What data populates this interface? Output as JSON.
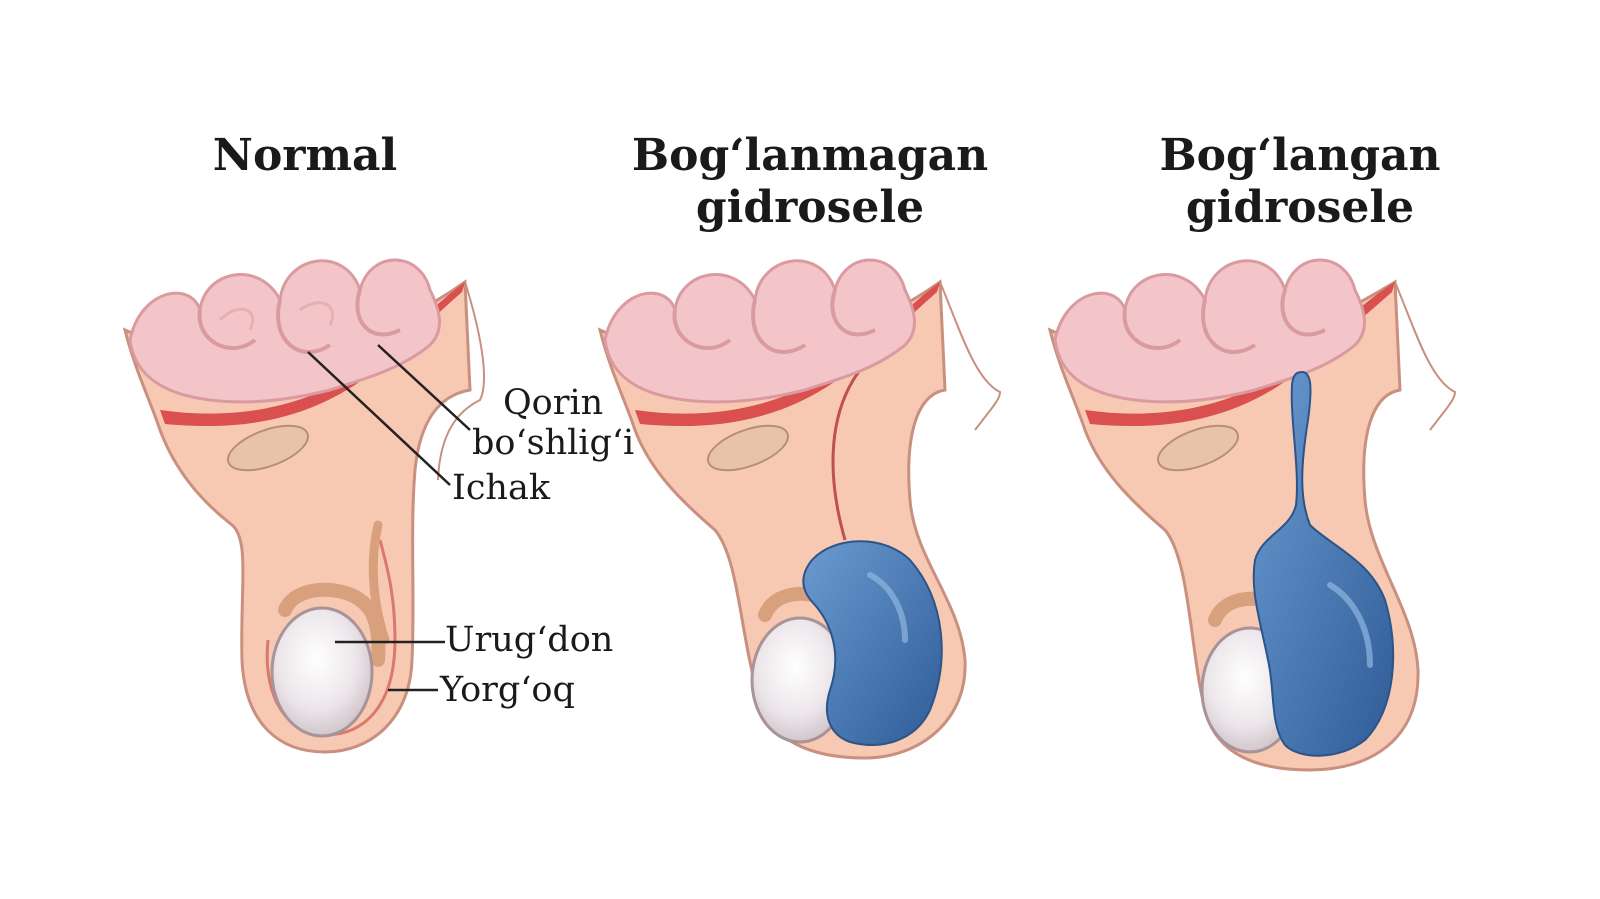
{
  "panels": [
    {
      "id": "normal",
      "title": "Normal"
    },
    {
      "id": "communicating",
      "title": "Bog‘lanmagan\ngidrosele"
    },
    {
      "id": "non-communicating",
      "title": "Bog‘langan\ngidrosele"
    }
  ],
  "labels": {
    "peritoneum": "Qorin\nbo‘shlig‘i",
    "intestine": "Ichak",
    "testis": "Urug‘don",
    "scrotum": "Yorg‘oq"
  },
  "colors": {
    "skin": "#f6c9b4",
    "skin_outline": "#c98f7f",
    "membrane": "#d9504f",
    "intestine": "#f2c1c4",
    "intestine_shadow": "#d99aa0",
    "testis": "#ece6ea",
    "fluid": "#3f6fa8",
    "fluid_light": "#6b9bd1",
    "text": "#1a1a1a"
  }
}
